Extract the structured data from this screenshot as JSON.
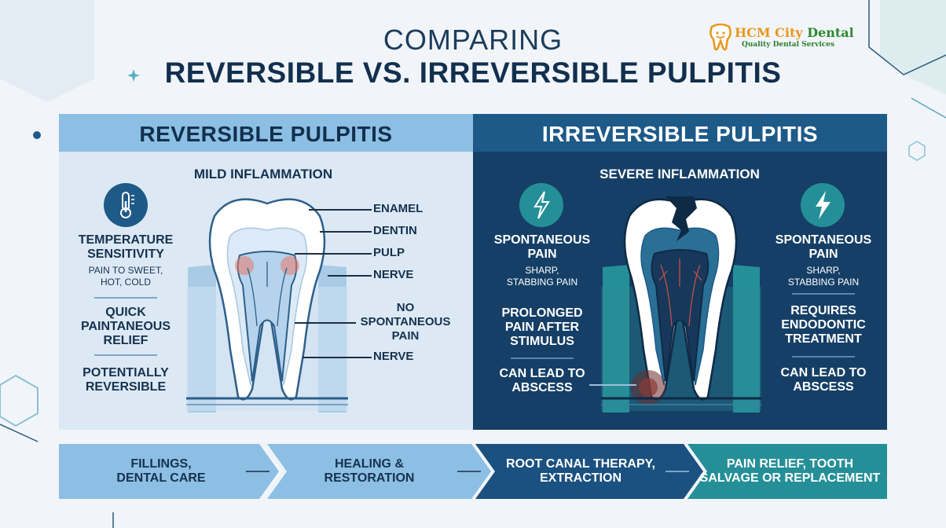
{
  "header": {
    "title_line1": "COMPARING",
    "title_line2": "REVERSIBLE VS. IRREVERSIBLE PULPITIS"
  },
  "logo": {
    "name_part1": "HCM City",
    "name_part2": "Dental",
    "tagline": "Quality Dental Services"
  },
  "left_panel": {
    "heading": "REVERSIBLE PULPITIS",
    "subheading": "MILD INFLAMMATION",
    "features": [
      {
        "title": "TEMPERATURE\nSENSITIVITY",
        "detail": "PAIN TO SWEET,\nHOT, COLD",
        "icon": "thermometer-icon"
      },
      {
        "title": "QUICK\nPAINTANEOUS\nRELIEF"
      },
      {
        "title": "POTENTIALLY\nREVERSIBLE"
      }
    ],
    "tooth_labels": [
      "ENAMEL",
      "DENTIN",
      "PULP",
      "NERVE",
      "NO\nSPONTANEOUS\nPAIN",
      "NERVE"
    ]
  },
  "right_panel": {
    "heading": "IRREVERSIBLE PULPITIS",
    "subheading": "SEVERE INFLAMMATION",
    "left_features": [
      {
        "title": "SPONTANEOUS\nPAIN",
        "detail": "SHARP,\nSTABBING PAIN",
        "icon": "lightning-bolt-icon"
      },
      {
        "title": "PROLONGED\nPAIN AFTER\nSTIMULUS"
      },
      {
        "title": "CAN LEAD TO\nABSCESS"
      }
    ],
    "right_features": [
      {
        "title": "SPONTANEOUS\nPAIN",
        "detail": "SHARP,\nSTABBING PAIN",
        "icon": "lightning-bolt-icon"
      },
      {
        "title": "REQUIRES\nENDODONTIC\nTREATMENT"
      },
      {
        "title": "CAN LEAD TO\nABSCESS"
      }
    ]
  },
  "flow": [
    {
      "label": "FILLINGS,\nDENTAL CARE",
      "color": "#8cbfe3"
    },
    {
      "label": "HEALING &\nRESTORATION",
      "color": "#8cbfe3"
    },
    {
      "label": "ROOT CANAL THERAPY,\nEXTRACTION",
      "color": "#1b5180"
    },
    {
      "label": "PAIN RELIEF, TOOTH\nSALVAGE OR REPLACEMENT",
      "color": "#258f98"
    }
  ],
  "colors": {
    "light_blue": "#8cbfe3",
    "navy": "#153f66",
    "teal": "#258f98",
    "inflammation": "#e8786a"
  }
}
